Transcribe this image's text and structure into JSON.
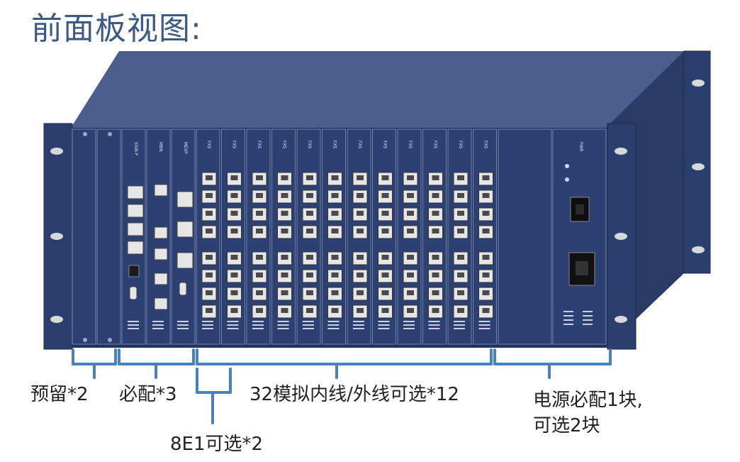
{
  "title": "前面板视图:",
  "modules": {
    "reserved": {
      "count": 2
    },
    "required": {
      "count": 3,
      "cards": [
        {
          "label": "SSW-P"
        },
        {
          "label": "MBN"
        },
        {
          "label": "MEXP"
        }
      ]
    },
    "optional_e1": {
      "count": 2
    },
    "fxs": {
      "count": 12,
      "card_label": "FXS"
    },
    "power": {
      "label": "PWR"
    }
  },
  "labels": {
    "reserved": "预留*2",
    "required": "必配*3",
    "e1": "8E1可选*2",
    "analog": "32模拟内线/外线可选*12",
    "power_line1": "电源必配1块,",
    "power_line2": "可选2块"
  },
  "colors": {
    "title": "#3d5a87",
    "chassis": "#2b3f6e",
    "chassis_top": "#4a5f8e",
    "bracket": "#4a7fc0"
  }
}
